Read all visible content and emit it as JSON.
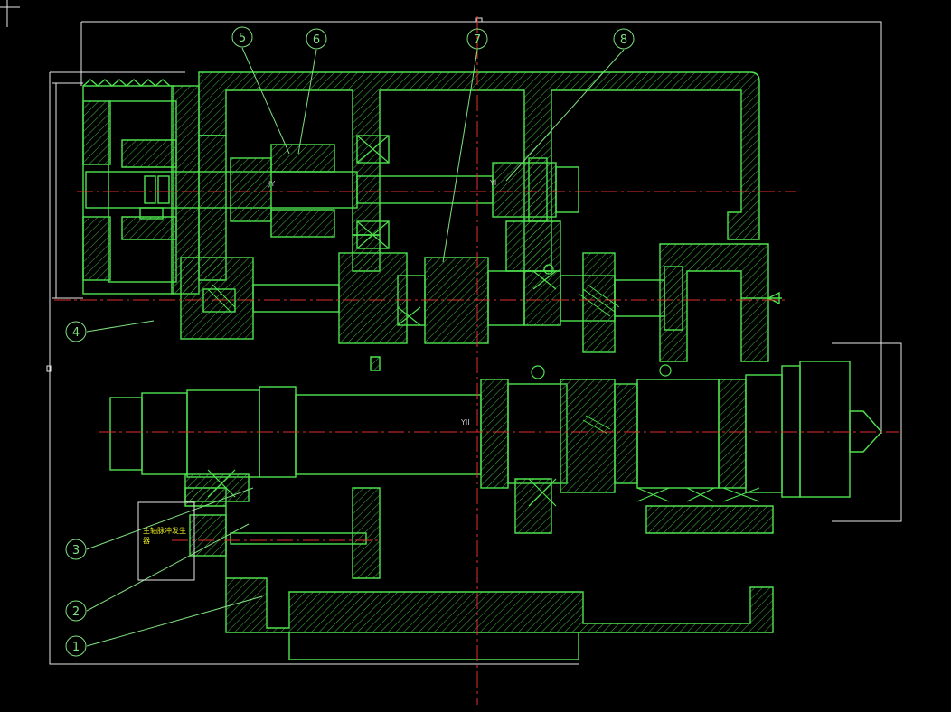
{
  "drawing": {
    "colors": {
      "background": "#000000",
      "outline": "#4fe34f",
      "hatch": "#3ea83e",
      "centerline": "#e03030",
      "dimension": "#e8e8e8",
      "callout": "#7fe07f",
      "note": "#e6e61e"
    },
    "callouts": [
      {
        "label": "1"
      },
      {
        "label": "2"
      },
      {
        "label": "3"
      },
      {
        "label": "4"
      },
      {
        "label": "5"
      },
      {
        "label": "6"
      },
      {
        "label": "7"
      },
      {
        "label": "8"
      }
    ],
    "shaft_labels": {
      "upper_left": "JY",
      "upper_right": "YI",
      "spindle": "YII"
    },
    "note": {
      "line1": "主轴脉冲发生",
      "line2": "器"
    }
  }
}
